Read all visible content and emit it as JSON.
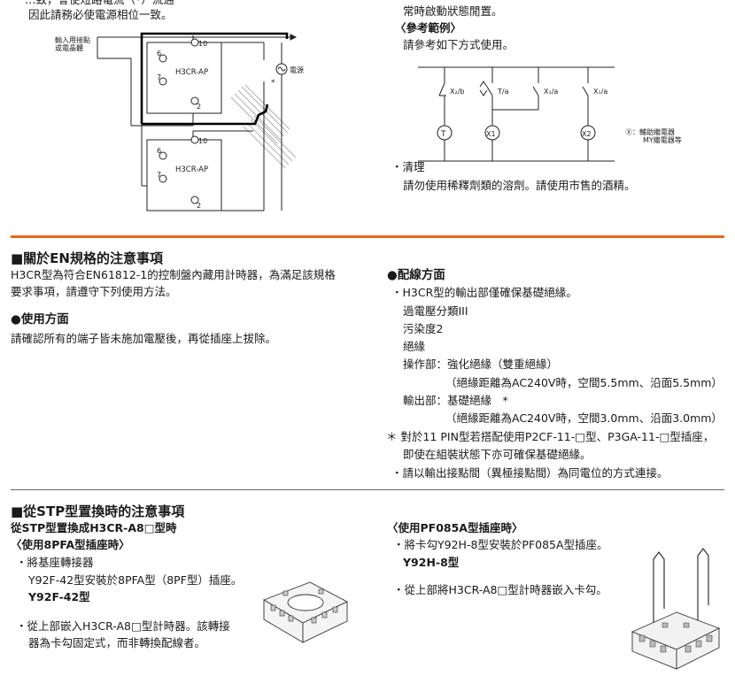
{
  "top": {
    "left_line1": "…致，會使短路電流（*）流通",
    "left_line2": "因此請務必使電源相位一致。",
    "right_line1": "常時啟動狀態閒置。",
    "ref_title": "〈參考範例〉",
    "ref_text": "請參考如下方式使用。",
    "cleaning_title": "・清理",
    "cleaning_text": "請勿使用稀釋劑類的溶劑。請使用市售的酒精。"
  },
  "wiring_diagram": {
    "input_label_1": "輸入用接點",
    "input_label_2": "或電晶體",
    "unit_label": "H3CR-AP",
    "power_label": "電源",
    "star": "*",
    "pins": [
      "10",
      "6",
      "7",
      "2"
    ]
  },
  "ladder_diagram": {
    "contacts": [
      "X₂/b",
      "T/a",
      "X₁/a",
      "X₁/a"
    ],
    "coils": [
      "T",
      "X1",
      "X2"
    ],
    "note_1": "Ⓧ：輔助繼電器",
    "note_2": "MY繼電器等"
  },
  "en_section": {
    "title": "■關於EN規格的注意事項",
    "intro_1": "H3CR型為符合EN61812-1的控制盤內藏用計時器，為滿足該規格",
    "intro_2": "要求事項，請遵守下列使用方法。",
    "use_title": "●使用方面",
    "use_text": "請確認所有的端子皆未施加電壓後，再從插座上拔除。",
    "wiring_title": "●配線方面",
    "w1": "・H3CR型的輸出部僅確保基礎絕緣。",
    "w2": "過電壓分類III",
    "w3": "污染度2",
    "w4": "絕緣",
    "w5": "操作部：強化絕緣（雙重絕緣）",
    "w6": "（絕緣距離為AC240V時，空間5.5mm、沿面5.5mm）",
    "w7": "輸出部：基礎絕緣　*",
    "w8": "（絕緣距離為AC240V時，空間3.0mm、沿面3.0mm）",
    "w9": "＊ 對於11 PIN型若搭配使用P2CF-11-□型、P3GA-11-□型插座，",
    "w10": "即使在組裝狀態下亦可確保基礎絕緣。",
    "w11": "・請以輸出接點間（異極接點間）為同電位的方式連接。"
  },
  "stp_section": {
    "title": "■從STP型置換時的注意事項",
    "subtitle": "從STP型置換成H3CR-A8□型時",
    "pfa_title": "〈使用8PFA型插座時〉",
    "pfa_1": "・將基座轉接器",
    "pfa_2": "Y92F-42型安裝於8PFA型（8PF型）插座。",
    "pfa_model": "Y92F-42型",
    "pfa_3": "・從上部嵌入H3CR-A8□型計時器。該轉接",
    "pfa_4": "器為卡勾固定式，而非轉換配線者。",
    "pf085_title": "〈使用PF085A型插座時〉",
    "pf085_1": "・將卡勾Y92H-8型安裝於PF085A型插座。",
    "pf085_model": "Y92H-8型",
    "pf085_2": "・從上部將H3CR-A8□型計時器嵌入卡勾。"
  },
  "colors": {
    "accent": "#e06a1c",
    "text": "#1a1a1a"
  }
}
